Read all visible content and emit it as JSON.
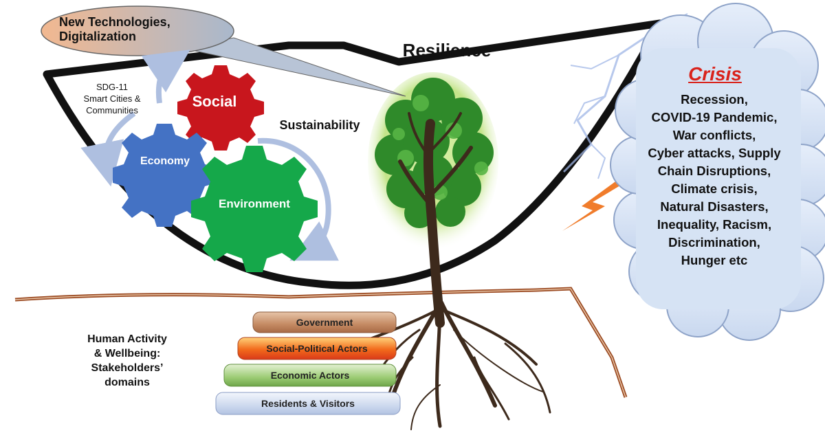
{
  "bubble": {
    "text_line1": "New Technologies,",
    "text_line2": "Digitalization"
  },
  "resilience_label": "Resilience",
  "sdg_label": {
    "line1": "SDG-11",
    "line2": "Smart Cities &",
    "line3": "Communities"
  },
  "sustainability_label": "Sustainability",
  "gears": {
    "social": "Social",
    "economy": "Economy",
    "environment": "Environment"
  },
  "crisis": {
    "title": "Crisis",
    "lines": [
      "Recession,",
      "COVID-19 Pandemic,",
      "War conflicts,",
      "Cyber attacks, Supply",
      "Chain Disruptions,",
      "Climate crisis,",
      "Natural Disasters,",
      "Inequality, Racism,",
      "Discrimination,",
      "Hunger etc"
    ]
  },
  "human_label": {
    "line1": "Human Activity",
    "line2": "& Wellbeing:",
    "line3": "Stakeholders’",
    "line4": "domains"
  },
  "stakeholders": [
    "Government",
    "Social-Political Actors",
    "Economic Actors",
    "Residents & Visitors"
  ],
  "colors": {
    "social_gear": "#c8161d",
    "economy_gear": "#4472c4",
    "environment_gear": "#15a84a",
    "crisis_title": "#d9231c",
    "ground": "#9b4a22",
    "cloud_fill": "#d6e3f4",
    "bolt": "#f07c2b"
  }
}
